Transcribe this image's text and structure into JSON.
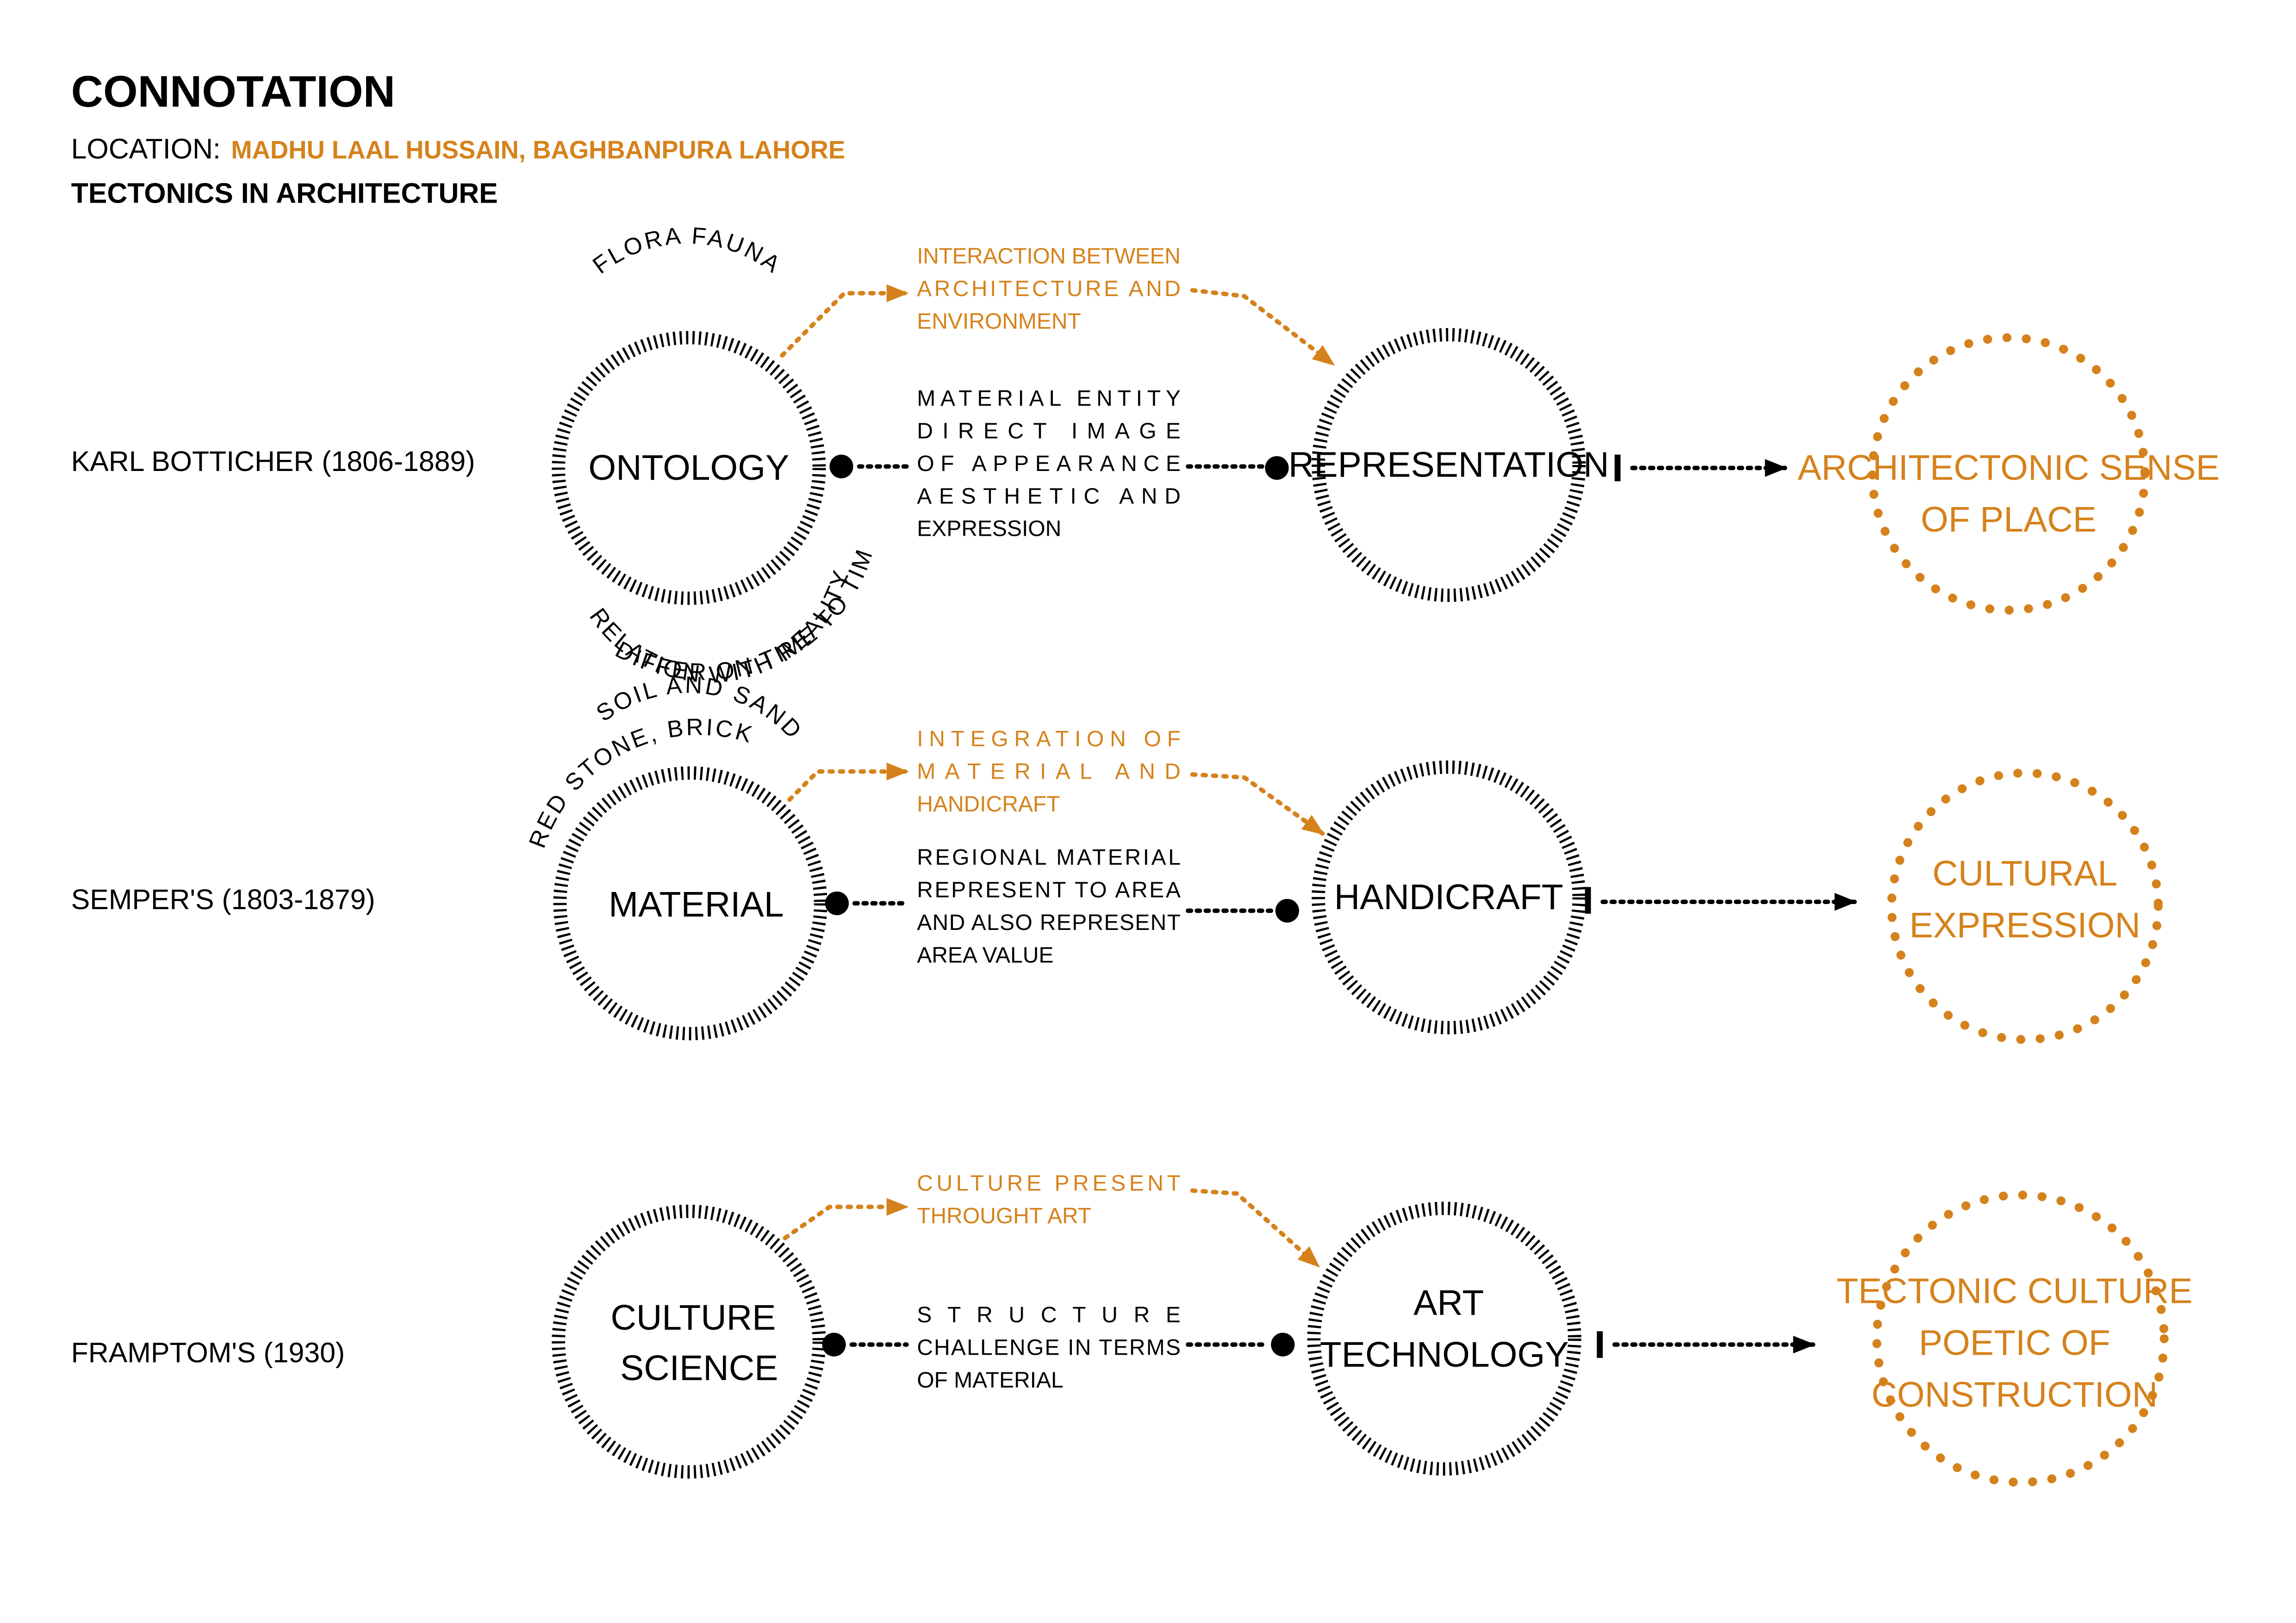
{
  "header": {
    "title": "CONNOTATION",
    "location_label": "LOCATION:",
    "location_value": "MADHU LAAL HUSSAIN, BAGHBANPURA LAHORE",
    "subtitle": "TECTONICS IN ARCHITECTURE"
  },
  "colors": {
    "accent": "#d5821c",
    "ink": "#000000",
    "background": "#ffffff"
  },
  "rows": [
    {
      "theorist": "KARL BOTTICHER (1806-1889)",
      "left_node": [
        "ONTOLOGY"
      ],
      "curved_labels": [
        "FLORA FAUNA",
        "RELATION WITH REALITY",
        "DIFFER ON TIME TO TIM"
      ],
      "orange_note": [
        "INTERACTION BETWEEN",
        "ARCHITECTURE AND",
        "ENVIRONMENT"
      ],
      "black_note": [
        "MATERIAL ENTITY",
        "DIRECT IMAGE",
        "OF APPEARANCE",
        "AESTHETIC AND",
        "EXPRESSION"
      ],
      "middle_node": [
        "REPRESENTATION"
      ],
      "outcome": [
        "ARCHITECTONIC SENSE",
        "OF PLACE"
      ]
    },
    {
      "theorist": "SEMPER'S (1803-1879)",
      "left_node": [
        "MATERIAL"
      ],
      "curved_labels": [
        "SOIL AND SAND",
        "RED STONE, BRICK"
      ],
      "orange_note": [
        "INTEGRATION OF",
        "MATERIAL AND",
        "HANDICRAFT"
      ],
      "black_note": [
        "REGIONAL MATERIAL",
        "REPRESENT TO AREA",
        "AND ALSO REPRESENT",
        "AREA VALUE"
      ],
      "middle_node": [
        "HANDICRAFT"
      ],
      "outcome": [
        "CULTURAL",
        "EXPRESSION"
      ]
    },
    {
      "theorist": "FRAMPTOM'S (1930)",
      "left_node": [
        "CULTURE",
        "SCIENCE"
      ],
      "curved_labels": [],
      "orange_note": [
        "CULTURE PRESENT",
        "THROUGHT ART"
      ],
      "black_note": [
        "S T R U C T U R E",
        "CHALLENGE IN TERMS",
        "OF MATERIAL"
      ],
      "middle_node": [
        "ART",
        "TECHNOLOGY"
      ],
      "outcome": [
        "TECTONIC CULTURE",
        "POETIC OF",
        "CONSTRUCTION"
      ]
    }
  ]
}
